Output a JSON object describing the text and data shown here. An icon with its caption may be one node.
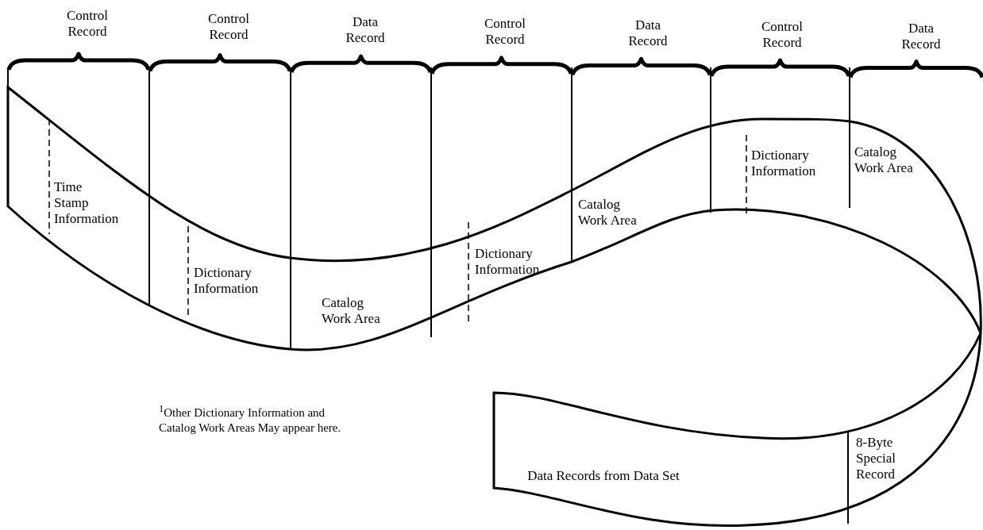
{
  "diagram": {
    "labels": [
      "Control Record",
      "Control Record",
      "Data Record",
      "Control Record",
      "Data Record",
      "Control Record",
      "Data Record",
      "Time Stamp Information",
      "Dictionary Information",
      "Catalog Work Area",
      "Dictionary Information",
      "Catalog Work Area",
      "Dictionary Information",
      "Catalog Work Area",
      "$^{1}$Other Dictionary Information and Catalog Work Areas May appear here.",
      "Data Records from Data Set",
      "8-Byte Special Record"
    ]
  }
}
